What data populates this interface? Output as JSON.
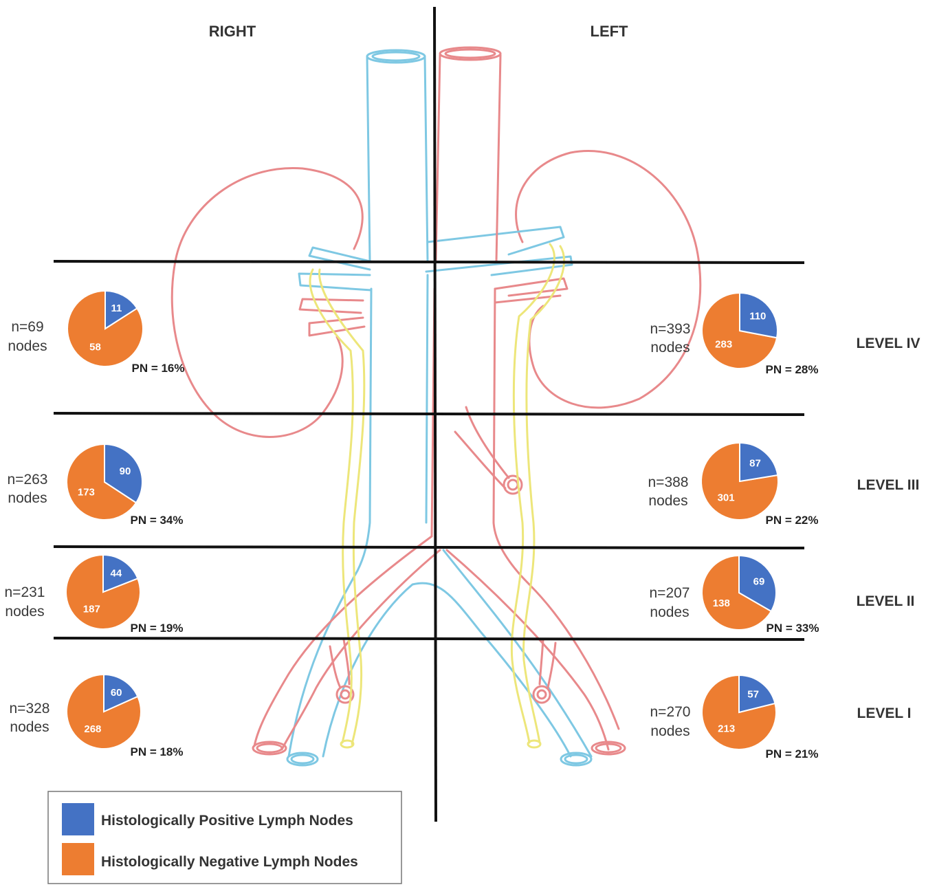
{
  "headers": {
    "right": "RIGHT",
    "left": "LEFT"
  },
  "colors": {
    "positive": "#4472c4",
    "negative": "#ed7d31",
    "vein": "#7ec8e3",
    "artery": "#e8898b",
    "ureter": "#ede67a",
    "divider": "#111111"
  },
  "levels": [
    {
      "label": "LEVEL IV",
      "right": {
        "n_line1": "n=69",
        "n_line2": "nodes",
        "positive": 11,
        "negative": 58,
        "pn": "PN = 16%"
      },
      "left": {
        "n_line1": "n=393",
        "n_line2": "nodes",
        "positive": 110,
        "negative": 283,
        "pn": "PN = 28%"
      }
    },
    {
      "label": "LEVEL III",
      "right": {
        "n_line1": "n=263",
        "n_line2": "nodes",
        "positive": 90,
        "negative": 173,
        "pn": "PN = 34%"
      },
      "left": {
        "n_line1": "n=388",
        "n_line2": "nodes",
        "positive": 87,
        "negative": 301,
        "pn": "PN = 22%"
      }
    },
    {
      "label": "LEVEL II",
      "right": {
        "n_line1": "n=231",
        "n_line2": "nodes",
        "positive": 44,
        "negative": 187,
        "pn": "PN = 19%"
      },
      "left": {
        "n_line1": "n=207",
        "n_line2": "nodes",
        "positive": 69,
        "negative": 138,
        "pn": "PN = 33%"
      }
    },
    {
      "label": "LEVEL I",
      "right": {
        "n_line1": "n=328",
        "n_line2": "nodes",
        "positive": 60,
        "negative": 268,
        "pn": "PN = 18%"
      },
      "left": {
        "n_line1": "n=270",
        "n_line2": "nodes",
        "positive": 57,
        "negative": 213,
        "pn": "PN = 21%"
      }
    }
  ],
  "legend": {
    "positive_label": "Histologically Positive Lymph Nodes",
    "negative_label": "Histologically Negative Lymph Nodes"
  }
}
